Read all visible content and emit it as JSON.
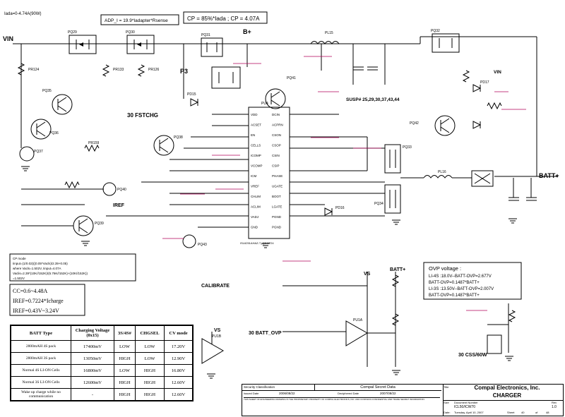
{
  "header": {
    "iada_note": "Iada=0-4.74A(90W)",
    "adp_formula": "ADP_I = 19.9*Iadapter*Rsense",
    "cp_formula": "CP = 85%*Iada ; CP = 4.07A"
  },
  "nets": {
    "vin": "VIN",
    "bplus": "B+",
    "p3": "P3",
    "fstchg_30": "30  FSTCHG",
    "suspn": "SUSP# 25,29,30,37,43,44",
    "batt_plus": "BATT+",
    "vs": "VS",
    "calibrate": "CALIBRATE",
    "batt_ovp": "30  BATT_OVP",
    "css_60w": "30  CSS/60W",
    "batt_plus_2": "BATT+",
    "vs_2": "VS",
    "vin_2": "VIN",
    "iref": "IREF"
  },
  "controller": {
    "name": "PU4",
    "pins_left": [
      "VDD",
      "ACSET",
      "EN",
      "CELLS",
      "ICOMP",
      "VCOMP",
      "ICM",
      "VREF",
      "CHLIM",
      "ACLIM",
      "VADJ",
      "GND"
    ],
    "pins_right": [
      "DCIN",
      "ACPRN",
      "CSON",
      "CSOP",
      "CSIN",
      "CSIP",
      "PHASE",
      "UGATE",
      "BOOT",
      "LGATE",
      "PGND",
      "PGND"
    ],
    "part": "ISL6251AHAZ-T_QSOP24"
  },
  "components": {
    "q29": "PQ29",
    "q30": "PQ30",
    "q31": "PQ31",
    "q32": "PQ32",
    "pq33": "PQ33",
    "pq34": "PQ34",
    "pq35": "PQ35",
    "pq36": "PQ36",
    "pq37": "PQ37",
    "pq38": "PQ38",
    "pq39": "PQ39",
    "pq40": "PQ40",
    "pq41": "PQ41",
    "pq42": "PQ42",
    "pq43": "PQ43",
    "pr_a": "PR124",
    "pr_b": "PR133",
    "pr_c": "PR126",
    "pr_d": "PR159",
    "pl": "PL15",
    "pl2": "PL16",
    "pd": "PD15",
    "pd2": "PD16",
    "pd3": "PD17",
    "pu": "PU1A",
    "pu2": "PU1B"
  },
  "calc_note": {
    "l1": "CP mode",
    "l2": "Iinput=(1/0.02)((0.05*Vacls)/2.39+0.05)",
    "l3": "where Vacls=1.502V, Iinput=4.07A",
    "l4": "Vaclis=2.39*(10K//152K)/(5.76K//152K)+(10K//152K))",
    "l5": "=1.502V"
  },
  "cc_note": {
    "l1": "CC=0.6~4.48A",
    "l2": "IREF=0.7224*Icharge",
    "l3": "IREF=0.43V~3.24V"
  },
  "ovp_note": {
    "title": "OVP voltage :",
    "l1": "LI-4S :18.0V--BATT-OVP=2.677V",
    "l2": "BATT-OVP=0.1487*BATT+",
    "l3": "LI-3S :13.50V--BATT-OVP=2.007V",
    "l4": "BATT-OVP=0.1487*BATT+"
  },
  "batt_table": {
    "headers": [
      "BATT Type",
      "Charging Voltage (0x15)",
      "3S/4S#",
      "CHGSEL",
      "CV mode"
    ],
    "rows": [
      [
        "2800mAH 4S pack",
        "17400mV",
        "LOW",
        "LOW",
        "17.20V"
      ],
      [
        "2800mAH 3S pack",
        "13050mV",
        "HIGH",
        "LOW",
        "12.90V"
      ],
      [
        "Normal 4S LI-ON Cells",
        "16800mV",
        "LOW",
        "HIGH",
        "16.80V"
      ],
      [
        "Normal 3S LI-ON Cells",
        "12600mV",
        "HIGH",
        "HIGH",
        "12.60V"
      ],
      [
        "Wake up charge while no communication",
        "-",
        "HIGH",
        "HIGH",
        "12.60V"
      ]
    ]
  },
  "title_block": {
    "security": "Security Classification",
    "secret": "Compal Secret Data",
    "issued_label": "Issued Date",
    "issued": "2006/08/22",
    "decipher_label": "Deciphered Date",
    "decipher": "2007/08/22",
    "title_label": "Title",
    "company": "Compal Electronics, Inc.",
    "sheet_title": "CHARGER",
    "size_label": "Size",
    "docnum_label": "Document Number",
    "docnum": "ICL50/ICW70",
    "rev_label": "Rev",
    "rev": "1.0",
    "date_label": "Date:",
    "date": "Tuesday, April 10, 2007",
    "sheet_label": "Sheet",
    "sheet": "40",
    "of_label": "of",
    "of": "48",
    "disclaimer": "THIS SHEET OF ENGINEERING DRAWING IS THE PROPRIETARY PROPERTY OF COMPAL ELECTRONICS, INC. AND CONTAINS CONFIDENTIAL AND TRADE SECRET INFORMATION."
  },
  "colors": {
    "net": "#b0005a",
    "wire": "#000000",
    "background": "#ffffff"
  }
}
